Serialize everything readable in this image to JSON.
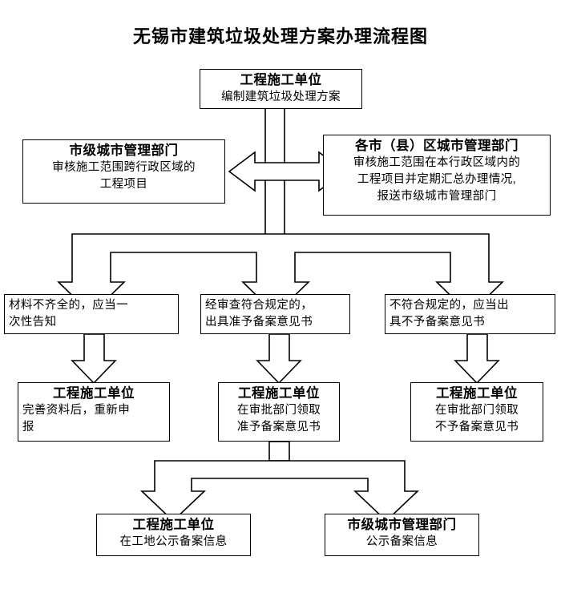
{
  "document": {
    "title": "无锡市建筑垃圾处理方案办理流程图",
    "line_color": "#000000",
    "background_color": "#ffffff"
  },
  "nodes": {
    "top": {
      "title": "工程施工单位",
      "body": "编制建筑垃圾处理方案"
    },
    "city_department": {
      "title": "市级城市管理部门",
      "body_line1": "审核施工范围跨行政区域的",
      "body_line2": "工程项目"
    },
    "district_department": {
      "title": "各市（县）区城市管理部门",
      "body_line1": "审核施工范围在本行政区域内的",
      "body_line2": "工程项目并定期汇总办理情况,",
      "body_line3": "报送市级城市管理部门"
    },
    "mid_left": {
      "body_line1": "材料不齐全的，应当一",
      "body_line2": "次性告知"
    },
    "mid_center": {
      "body_line1": "经审查符合规定的，",
      "body_line2": "出具准予备案意见书"
    },
    "mid_right": {
      "body_line1": "不符合规定的，应当出",
      "body_line2": "具不予备案意见书"
    },
    "row3_left": {
      "title": "工程施工单位",
      "body_line1": "完善资料后，重新申",
      "body_line2": "报"
    },
    "row3_center": {
      "title": "工程施工单位",
      "body_line1": "在审批部门领取",
      "body_line2": "准予备案意见书"
    },
    "row3_right": {
      "title": "工程施工单位",
      "body_line1": "在审批部门领取",
      "body_line2": "不予备案意见书"
    },
    "bottom_left": {
      "title": "工程施工单位",
      "body": "在工地公示备案信息"
    },
    "bottom_right": {
      "title": "市级城市管理部门",
      "body": "公示备案信息"
    }
  },
  "connectors": [
    {
      "name": "top-to-split-vertical",
      "kind": "line-pair"
    },
    {
      "name": "city-district-double-arrow",
      "kind": "double-headed-block-arrow"
    },
    {
      "name": "three-way-split-arrow",
      "kind": "block-arrow-split-3"
    },
    {
      "name": "mid-left-to-row3-left",
      "kind": "block-arrow-down"
    },
    {
      "name": "mid-center-to-row3-center",
      "kind": "block-arrow-down"
    },
    {
      "name": "mid-right-to-row3-right",
      "kind": "block-arrow-down"
    },
    {
      "name": "row3-center-to-bottom-merge",
      "kind": "stub"
    },
    {
      "name": "two-way-split-arrow",
      "kind": "block-arrow-split-2"
    }
  ]
}
